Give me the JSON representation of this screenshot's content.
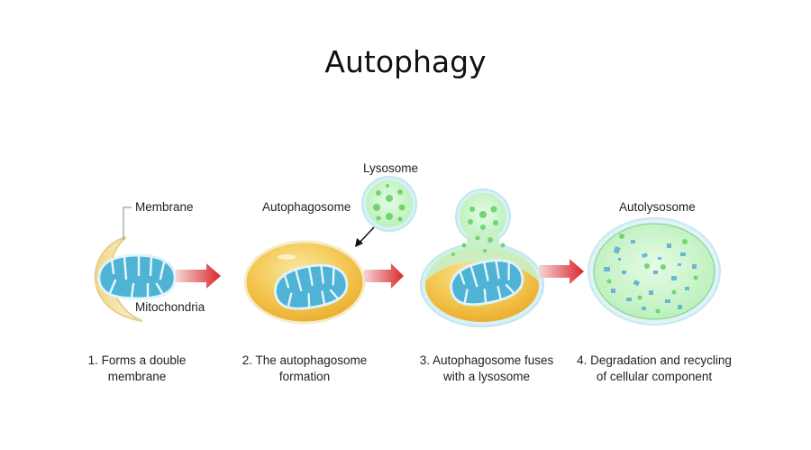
{
  "title": "Autophagy",
  "labels": {
    "membrane": "Membrane",
    "mitochondria": "Mitochondria",
    "autophagosome": "Autophagosome",
    "lysosome": "Lysosome",
    "autolysosome": "Autolysosome"
  },
  "steps": [
    {
      "line1": "1. Forms a double",
      "line2": "membrane"
    },
    {
      "line1": "2. The autophagosome",
      "line2": "formation"
    },
    {
      "line1": "3. Autophagosome fuses",
      "line2": "with a lysosome"
    },
    {
      "line1": "4. Degradation and recycling",
      "line2": "of cellular component"
    }
  ],
  "colors": {
    "arrow": "#d9262a",
    "membrane_yellow": "#f2c24a",
    "mitochondria_blue": "#4fb3d6",
    "lysosome_green": "#8fe08f",
    "outline_cyan": "#bfe6ef"
  }
}
